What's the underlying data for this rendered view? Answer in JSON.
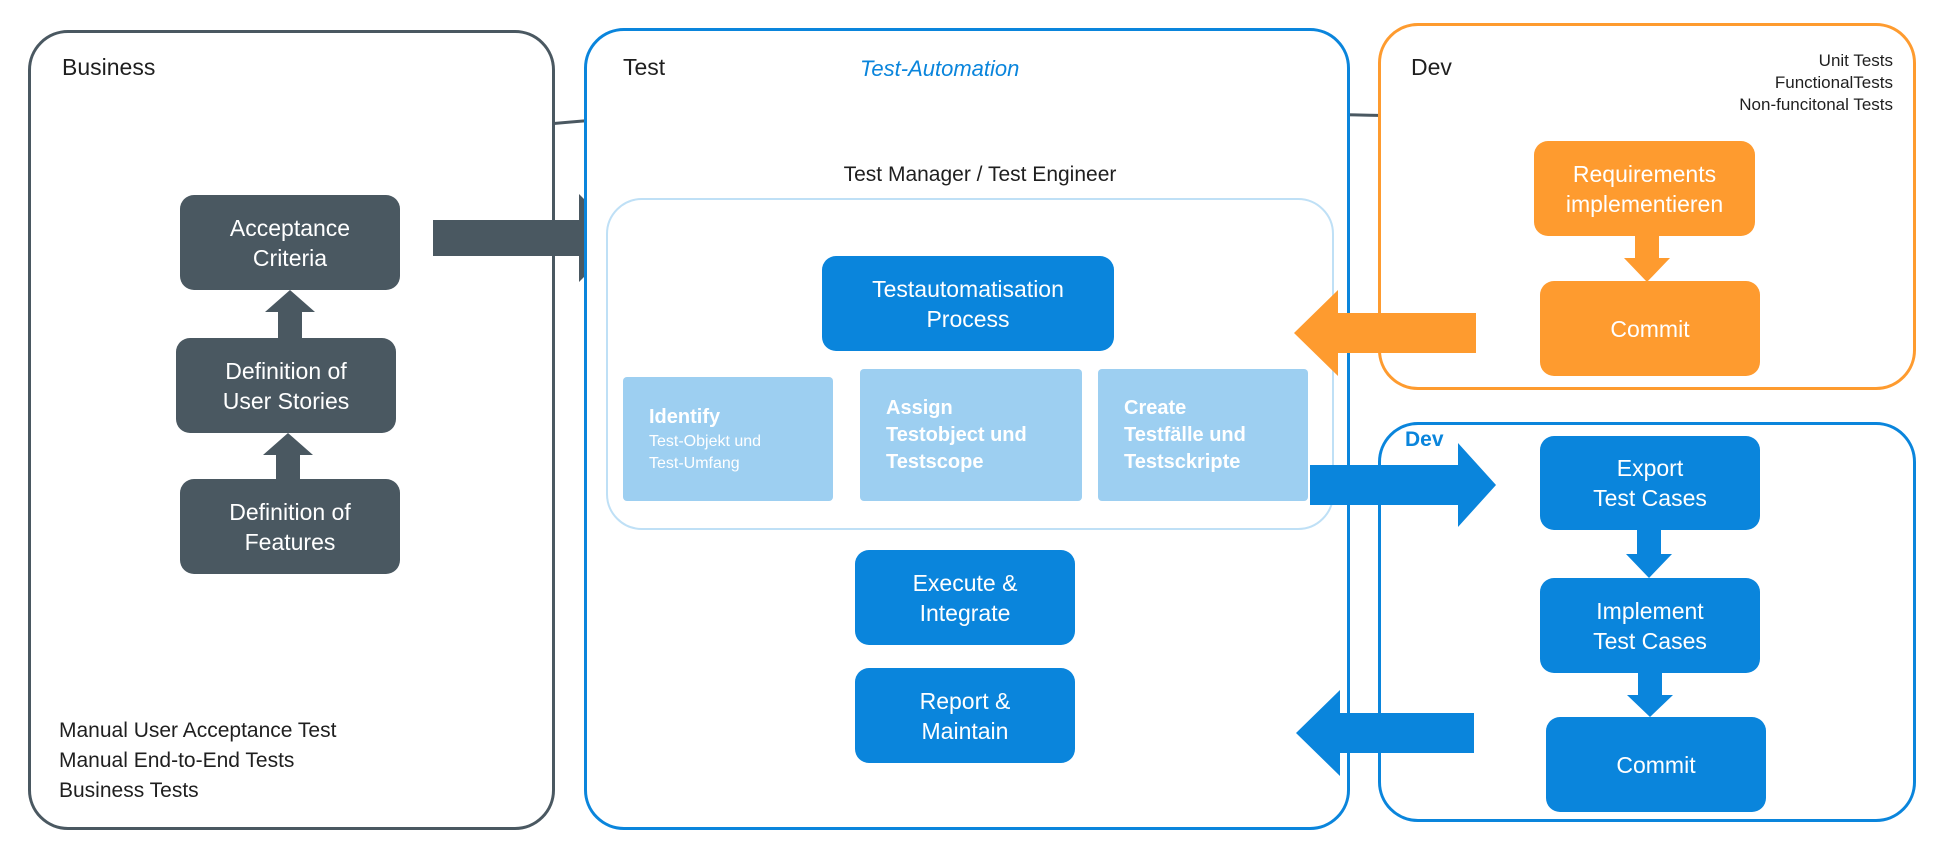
{
  "business": {
    "title": "Business",
    "acceptance": "Acceptance\nCriteria",
    "user_stories": "Definition of\nUser Stories",
    "features": "Definition of\nFeatures",
    "notes": [
      "Manual User Acceptance Test",
      "Manual End-to-End Tests",
      "Business Tests"
    ]
  },
  "test": {
    "title": "Test",
    "subtitle": "Test-Automation",
    "role": "Test Manager / Test Engineer",
    "process": "Testautomatisation\nProcess",
    "identify_title": "Identify",
    "identify_sub": "Test-Objekt und\nTest-Umfang",
    "assign": "Assign\nTestobject und\nTestscope",
    "create": "Create\nTestfälle und\nTestsckripte",
    "execute": "Execute &\nIntegrate",
    "report": "Report &\nMaintain"
  },
  "dev_top": {
    "title": "Dev",
    "notes": [
      "Unit Tests",
      "FunctionalTests",
      "Non-funcitonal Tests"
    ],
    "requirements": "Requirements\nimplementieren",
    "commit": "Commit"
  },
  "dev_bottom": {
    "title": "Dev",
    "export": "Export\nTest Cases",
    "implement": "Implement\nTest Cases",
    "commit": "Commit"
  },
  "colors": {
    "dark": "#4a5861",
    "blue": "#0a85dc",
    "orange": "#fe9b2f",
    "light_blue": "#9dcff1",
    "panel_border_dark": "#4a5861",
    "panel_border_blue": "#0a85dc",
    "panel_border_orange": "#fe9b2f"
  }
}
